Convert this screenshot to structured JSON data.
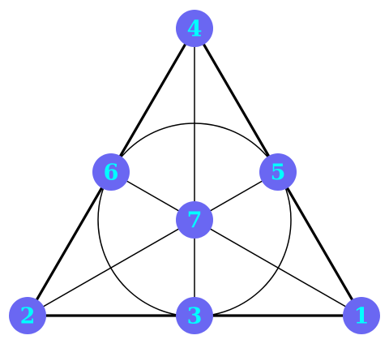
{
  "colors": {
    "background": "#ffffff",
    "edge": "#000000",
    "node_fill": "#6a67f2",
    "node_label": "#00ffff"
  },
  "diagram": {
    "nodes": [
      {
        "id": "1",
        "label": "1"
      },
      {
        "id": "2",
        "label": "2"
      },
      {
        "id": "3",
        "label": "3"
      },
      {
        "id": "4",
        "label": "4"
      },
      {
        "id": "5",
        "label": "5"
      },
      {
        "id": "6",
        "label": "6"
      },
      {
        "id": "7",
        "label": "7"
      }
    ],
    "edges": [
      {
        "from": "2",
        "to": "1",
        "style": "thick"
      },
      {
        "from": "2",
        "to": "4",
        "style": "thick"
      },
      {
        "from": "1",
        "to": "4",
        "style": "thick"
      },
      {
        "from": "4",
        "to": "3",
        "style": "thin"
      },
      {
        "from": "6",
        "to": "1",
        "style": "thin"
      },
      {
        "from": "5",
        "to": "2",
        "style": "thin"
      }
    ],
    "inscribed_circle": true
  }
}
